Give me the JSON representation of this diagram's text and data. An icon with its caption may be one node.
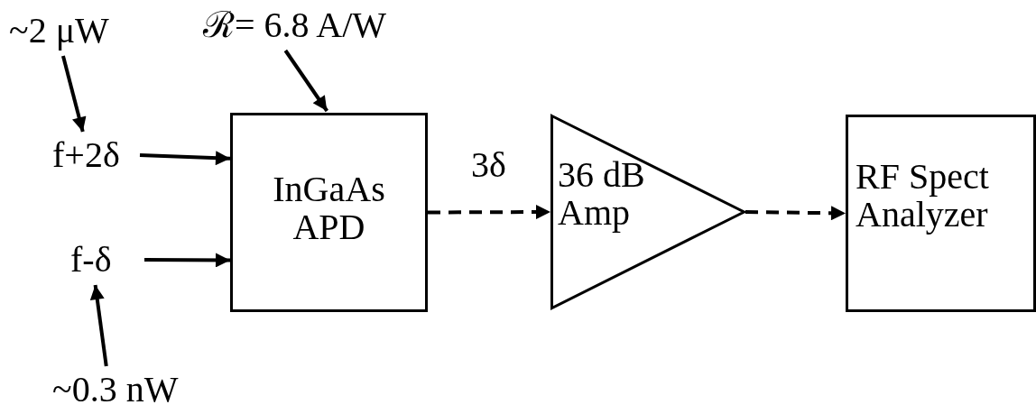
{
  "diagram": {
    "nodes": [
      {
        "text": [
          "~2 μW"
        ]
      },
      {
        "text": [
          "ℛ= 6.8 A/W"
        ]
      },
      {
        "text": [
          "f+2δ"
        ]
      },
      {
        "text": [
          "f-δ"
        ]
      },
      {
        "text": [
          "~0.3 nW"
        ]
      },
      {
        "text": [
          "InGaAs APD"
        ]
      },
      {
        "text": [
          "36 dB Amp"
        ]
      },
      {
        "text": [
          "RF Spect Analyzer"
        ]
      }
    ],
    "edges": [
      {
        "from": 0,
        "to": 2,
        "arrow": "to"
      },
      {
        "from": 1,
        "to": 5,
        "arrow": "to"
      },
      {
        "from": 2,
        "to": 5,
        "arrow": "to"
      },
      {
        "from": 3,
        "to": 5,
        "arrow": "to"
      },
      {
        "from": 4,
        "to": 3,
        "arrow": "to"
      },
      {
        "from": 5,
        "to": 6,
        "arrow": "to",
        "label": "3δ",
        "style": "dashed"
      },
      {
        "from": 6,
        "to": 7,
        "arrow": "to",
        "style": "dashed"
      }
    ]
  }
}
